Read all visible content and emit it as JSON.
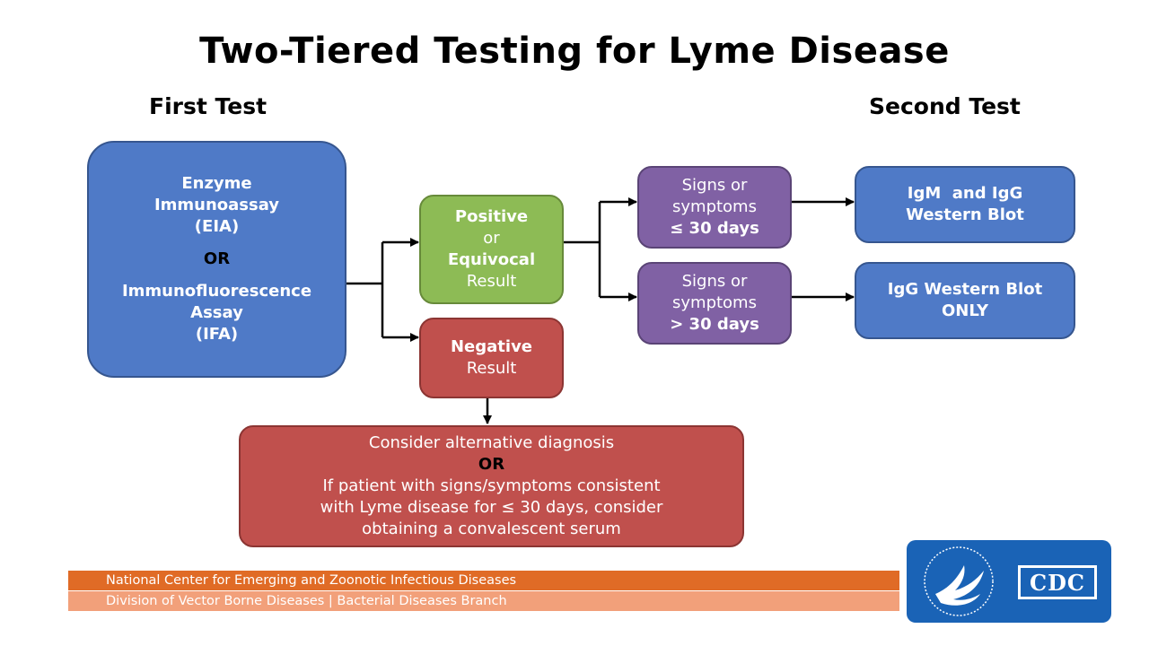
{
  "title": "Two-Tiered Testing for Lyme Disease",
  "headers": {
    "first": "First Test",
    "second": "Second Test"
  },
  "first_test": {
    "line1": "Enzyme",
    "line2": "Immunoassay",
    "line3": "(EIA)",
    "or": "OR",
    "line4": "Immunofluorescence",
    "line5": "Assay",
    "line6": "(IFA)"
  },
  "positive": {
    "line1": "Positive",
    "line2": "or",
    "line3": "Equivocal",
    "line4": "Result"
  },
  "negative": {
    "line1": "Negative",
    "line2": "Result"
  },
  "early": {
    "line1": "Signs or",
    "line2": "symptoms",
    "line3": "≤ 30 days"
  },
  "late": {
    "line1": "Signs or",
    "line2": "symptoms",
    "line3": "> 30 days"
  },
  "igm": {
    "line1": "IgM  and IgG",
    "line2": "Western Blot"
  },
  "igg": {
    "line1": "IgG Western Blot",
    "line2": "ONLY"
  },
  "alternative": {
    "line1": "Consider alternative diagnosis",
    "or": "OR",
    "line2": "If patient with signs/symptoms consistent",
    "line3": "with Lyme disease for ≤ 30 days, consider",
    "line4": "obtaining a convalescent serum"
  },
  "footer": {
    "line1": "National Center for Emerging and Zoonotic Infectious Diseases",
    "line2": "Division of Vector Borne Diseases | Bacterial Diseases Branch"
  },
  "logo": {
    "text": "CDC",
    "icon": "hhs-eagle-icon"
  },
  "colors": {
    "blue": "#4f7ac7",
    "green": "#8dbb55",
    "red": "#c0504d",
    "purple": "#8061a4",
    "orange_band": "#e06b26",
    "light_orange_band": "#f2a07a",
    "logo_blue": "#1a63b6"
  }
}
